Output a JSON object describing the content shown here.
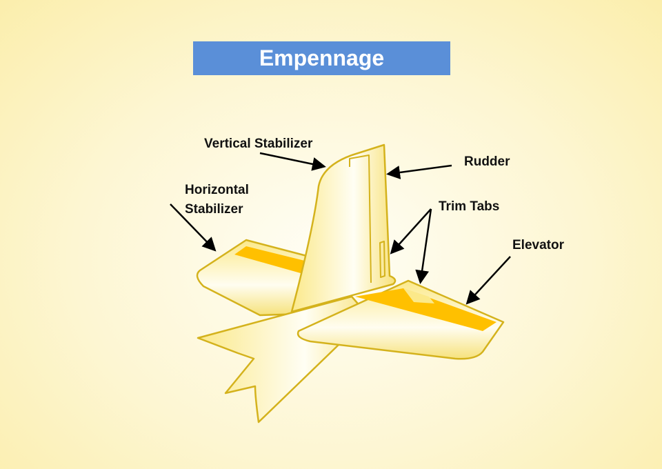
{
  "title": "Empennage",
  "labels": {
    "vertical_stabilizer": "Vertical Stabilizer",
    "rudder": "Rudder",
    "horizontal_stabilizer_line1": "Horizontal",
    "horizontal_stabilizer_line2": "Stabilizer",
    "trim_tabs": "Trim Tabs",
    "elevator": "Elevator"
  },
  "colors": {
    "title_bg": "#5a8fd8",
    "outline": "#d4b21c",
    "control_surface": "#ffc000",
    "fill": "#fff3a8"
  }
}
